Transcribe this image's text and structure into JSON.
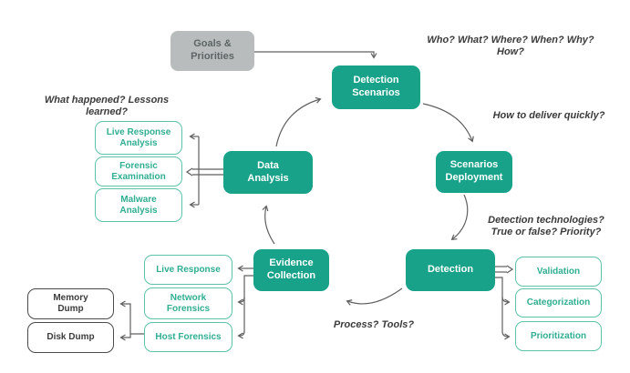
{
  "labels": {
    "goals": "Goals &\nPriorities",
    "detection_scenarios": "Detection\nScenarios",
    "scenarios_deployment": "Scenarios\nDeployment",
    "detection": "Detection",
    "evidence_collection": "Evidence\nCollection",
    "data_analysis": "Data\nAnalysis",
    "live_response_analysis": "Live Response\nAnalysis",
    "forensic_examination": "Forensic\nExamination",
    "malware_analysis": "Malware\nAnalysis",
    "live_response": "Live Response",
    "network_forensics": "Network\nForensics",
    "host_forensics": "Host Forensics",
    "memory_dump": "Memory\nDump",
    "disk_dump": "Disk Dump",
    "validation": "Validation",
    "categorization": "Categorization",
    "prioritization": "Prioritization"
  },
  "questions": {
    "who": "Who? What? Where? When? Why? How?",
    "deliver": "How to deliver quickly?",
    "technologies": "Detection technologies?\nTrue or false? Priority?",
    "process": "Process? Tools?",
    "lessons": "What happened? Lessons learned?"
  },
  "colors": {
    "process_box": "#18a28a",
    "outline_box_border": "#5cc2aa",
    "dark_box_border": "#4a4a4a",
    "start_box_fill": "#b9bcbc",
    "arrow": "#5f5f5f"
  }
}
